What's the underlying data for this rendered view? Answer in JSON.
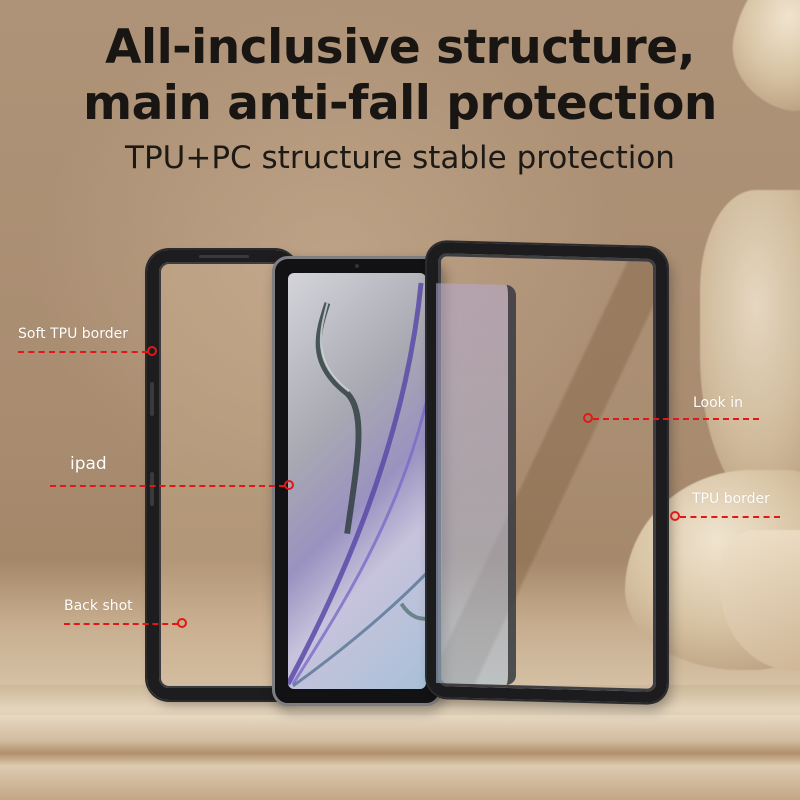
{
  "headline": {
    "line1": "All-inclusive structure,",
    "line2": "main anti-fall protection"
  },
  "subheadline": "TPU+PC structure stable protection",
  "callouts": [
    {
      "id": "soft-tpu-border",
      "label": "Soft TPU border",
      "side": "left"
    },
    {
      "id": "ipad",
      "label": "ipad",
      "side": "left"
    },
    {
      "id": "back-shot",
      "label": "Back shot",
      "side": "left"
    },
    {
      "id": "look-in",
      "label": "Look in",
      "side": "right"
    },
    {
      "id": "tpu-border",
      "label": "TPU border",
      "side": "right"
    }
  ],
  "colors": {
    "headline_text": "#181512",
    "background": "#b0957a",
    "callout_line": "#e21818",
    "callout_text": "#ffffff",
    "case_frame": "#1c1c1e"
  },
  "layers": [
    "back-frame",
    "ipad",
    "front-frame"
  ]
}
